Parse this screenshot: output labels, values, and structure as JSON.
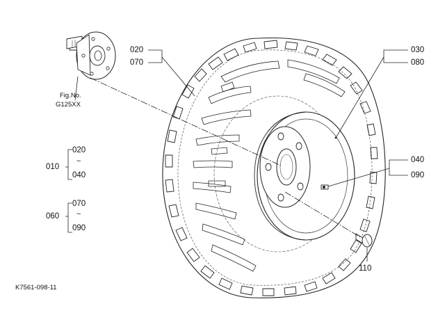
{
  "callouts": {
    "c020": "020",
    "c070": "070",
    "c030": "030",
    "c080": "080",
    "c040": "040",
    "c090": "090",
    "c110": "110"
  },
  "ref": {
    "line1": "Fig.No.",
    "line2": "G125XX"
  },
  "groups": {
    "g1": {
      "label": "010",
      "from": "020",
      "tilde": "~",
      "to": "040"
    },
    "g2": {
      "label": "060",
      "from": "070",
      "tilde": "~",
      "to": "090"
    }
  },
  "figure_id": "K7561-098-11"
}
